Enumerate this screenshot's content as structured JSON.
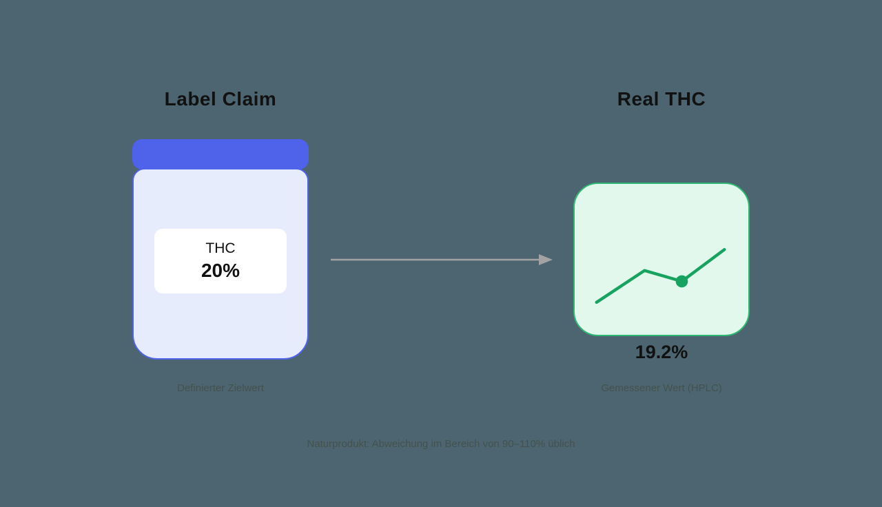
{
  "left_panel": {
    "title": "Label Claim",
    "jar_label_title": "THC",
    "jar_label_value": "20%",
    "caption": "Definierter Zielwert"
  },
  "right_panel": {
    "title": "Real THC",
    "measured_value": "19.2%",
    "caption": "Gemessener Wert (HPLC)"
  },
  "footer": {
    "note": "Naturprodukt: Abweichung im Bereich von 90–110% üblich"
  },
  "icons": {
    "arrow_right": "arrow-right-icon",
    "trend_line": "trend-line-icon"
  },
  "colors": {
    "background": "#4c6570",
    "title_text": "#111111",
    "caption_text": "#44524d",
    "jar_lid": "#4f62ea",
    "jar_body_fill": "#e7ecfc",
    "jar_border": "#4f62ea",
    "label_bg": "#ffffff",
    "chart_card_fill": "#e2f8ec",
    "chart_card_border": "#2fb871",
    "chart_line": "#17a35f",
    "arrow": "#a3a3a3"
  }
}
